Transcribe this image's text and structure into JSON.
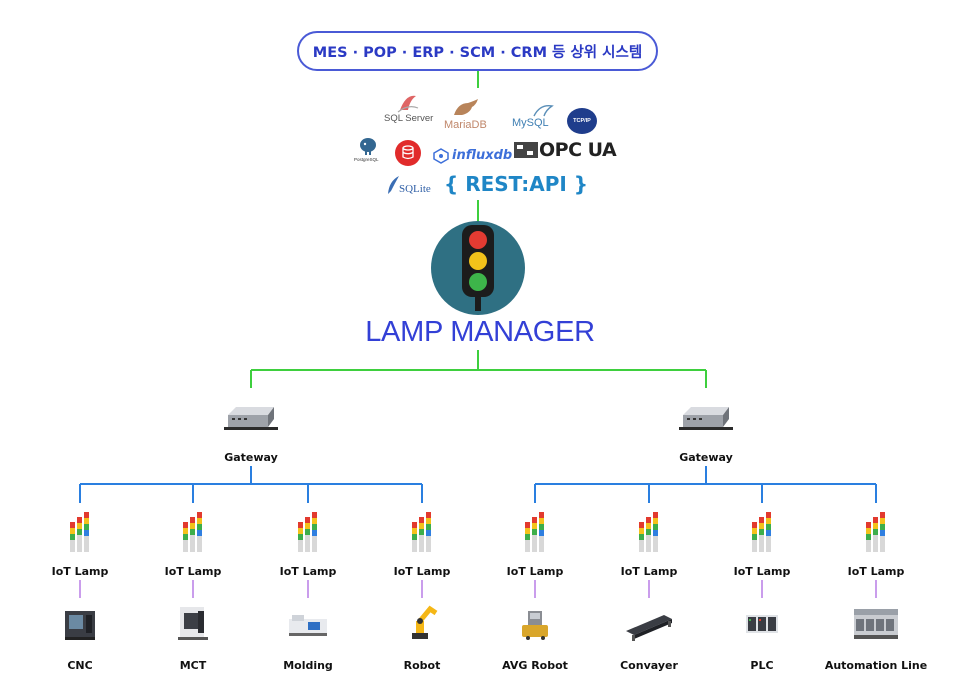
{
  "top_system": {
    "label": "MES · POP · ERP · SCM · CRM 등 상위 시스템"
  },
  "protocols": {
    "sql_server": "SQL Server",
    "mariadb": "MariaDB",
    "mysql": "MySQL",
    "tcpip": "TCP/IP",
    "postgresql": "PostgreSQL",
    "influxdb": "influxdb",
    "opc_ua": "OPC UA",
    "sqlite": "SQLite",
    "rest_api": "{ REST:API }"
  },
  "hub": {
    "title": "LAMP MANAGER"
  },
  "gateways": [
    {
      "label": "Gateway"
    },
    {
      "label": "Gateway"
    }
  ],
  "lamps": [
    {
      "label": "IoT Lamp",
      "device": "CNC"
    },
    {
      "label": "IoT Lamp",
      "device": "MCT"
    },
    {
      "label": "IoT Lamp",
      "device": "Molding"
    },
    {
      "label": "IoT Lamp",
      "device": "Robot"
    },
    {
      "label": "IoT Lamp",
      "device": "AVG Robot"
    },
    {
      "label": "IoT Lamp",
      "device": "Convayer"
    },
    {
      "label": "IoT Lamp",
      "device": "PLC"
    },
    {
      "label": "IoT Lamp",
      "device": "Automation Line"
    }
  ],
  "colors": {
    "upper_link": "#3ecf3e",
    "gateway_link": "#2a7fe0",
    "lamp_link": "#b87ce6",
    "accent": "#3340d6"
  }
}
